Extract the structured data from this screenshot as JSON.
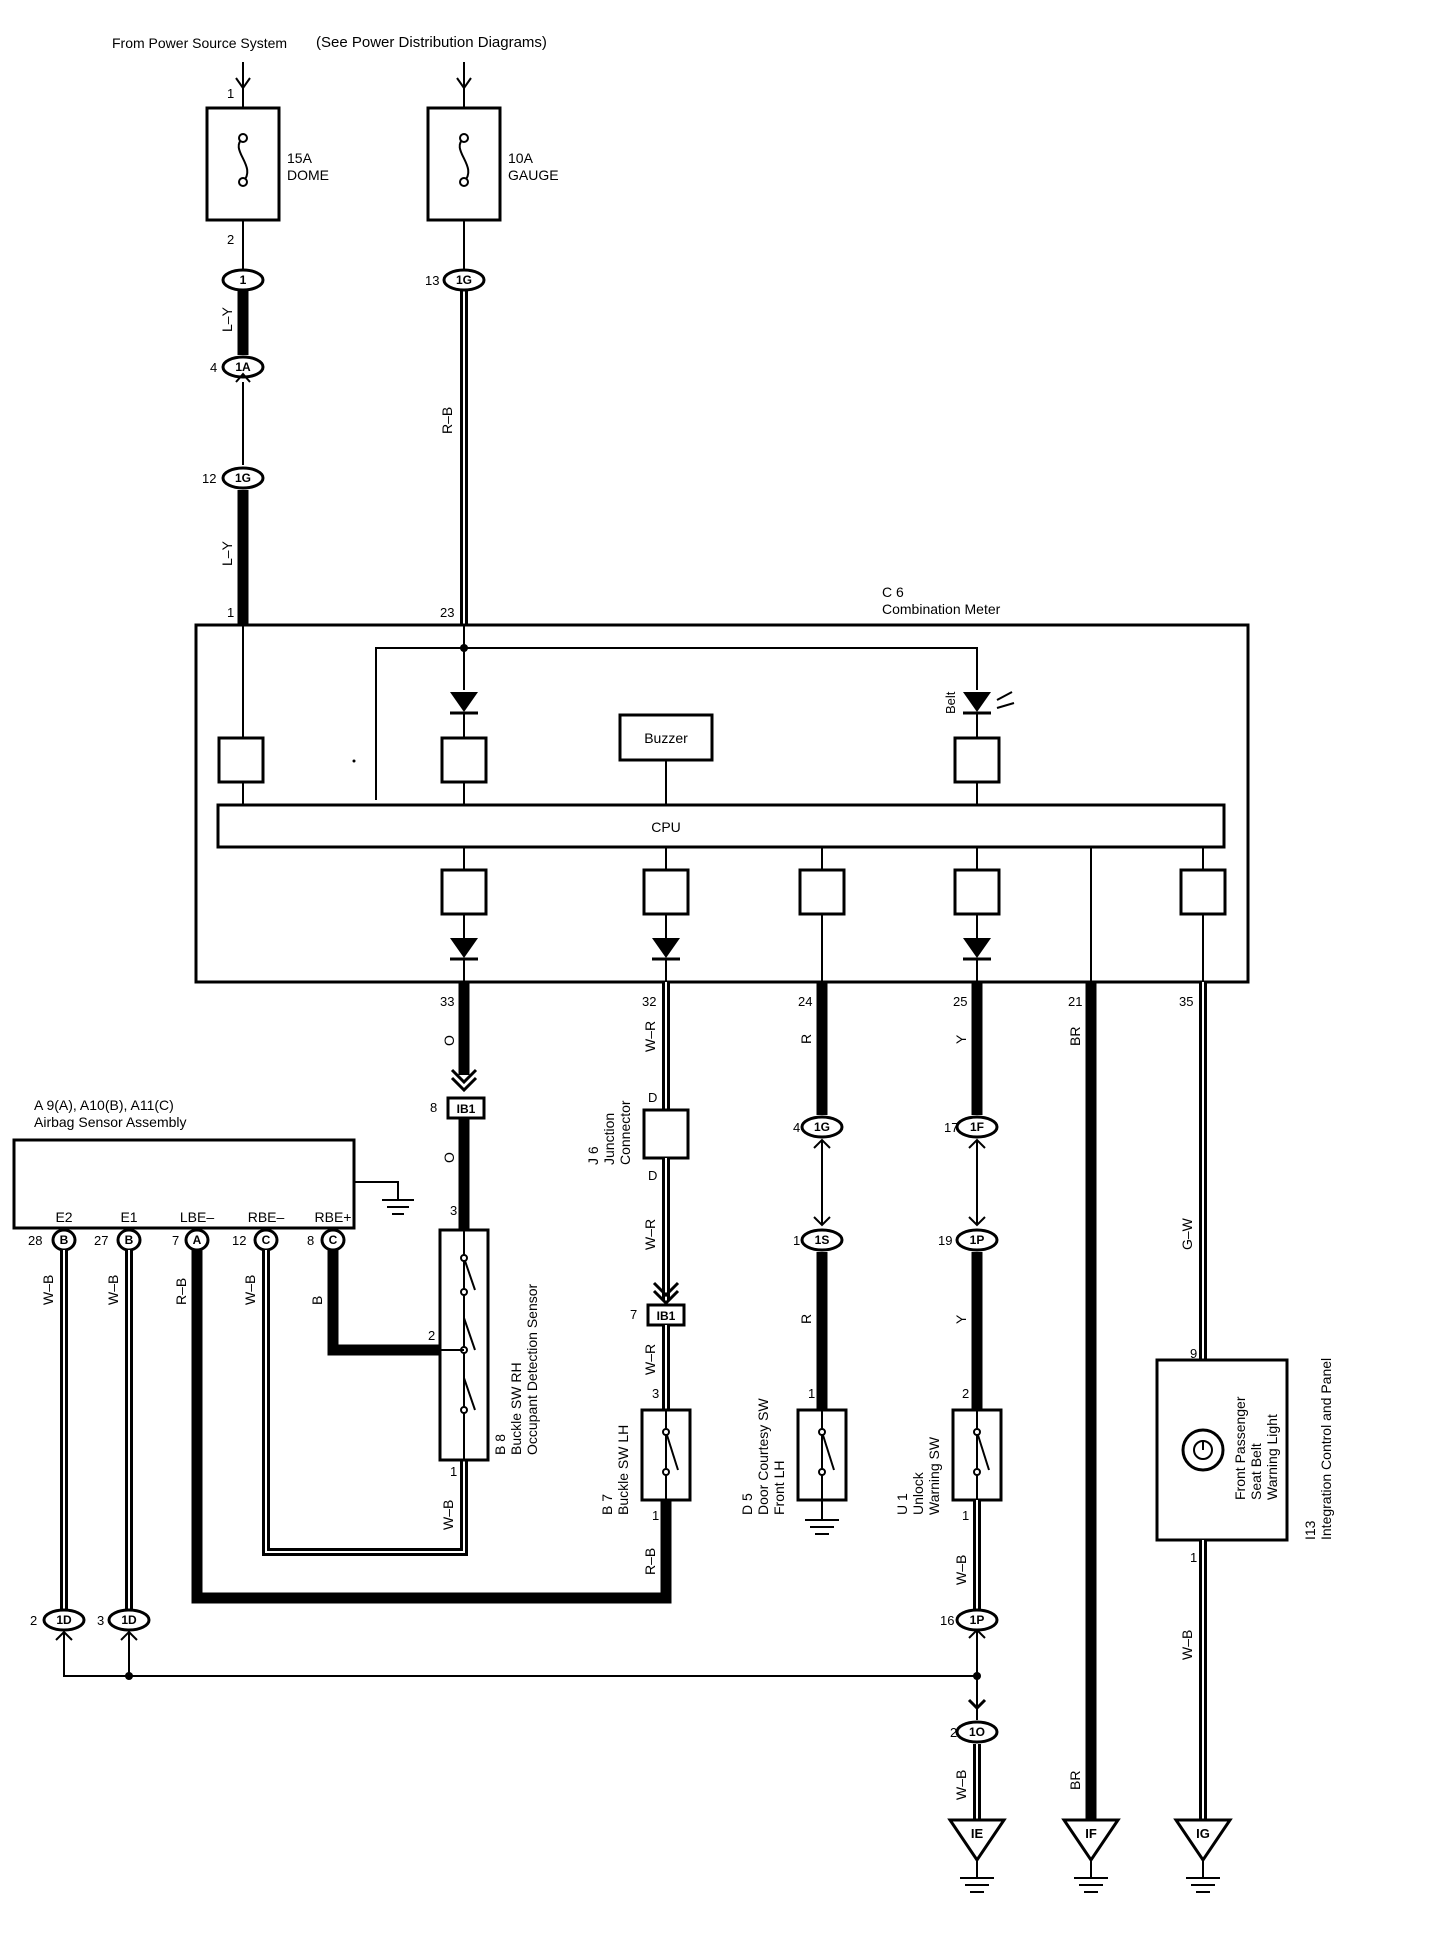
{
  "source": "From Power Source System",
  "source_note": "(See Power Distribution Diagrams)",
  "fuses": [
    {
      "rating": "15A",
      "name": "DOME"
    },
    {
      "rating": "10A",
      "name": "GAUGE"
    }
  ],
  "meter": {
    "id": "C 6",
    "name": "Combination Meter",
    "cpu": "CPU",
    "buzzer": "Buzzer",
    "belt": "Belt"
  },
  "airbag": {
    "id": "A 9(A), A10(B), A11(C)",
    "name": "Airbag Sensor Assembly",
    "terminals": [
      {
        "label": "E2",
        "pin": "28",
        "conn": "B"
      },
      {
        "label": "E1",
        "pin": "27",
        "conn": "B"
      },
      {
        "label": "LBE–",
        "pin": "7",
        "conn": "A"
      },
      {
        "label": "RBE–",
        "pin": "12",
        "conn": "C"
      },
      {
        "label": "RBE+",
        "pin": "8",
        "conn": "C"
      }
    ]
  },
  "connectors": {
    "c1": "1",
    "c1a": "1A",
    "c1g": "1G",
    "ib1": "IB1",
    "c1f": "1F",
    "c1s": "1S",
    "c1p": "1P",
    "c1d": "1D",
    "c1o": "1O",
    "ie": "IE",
    "if": "IF",
    "ig": "IG"
  },
  "pins": {
    "p1": "1",
    "p2": "2",
    "p3": "3",
    "p4": "4",
    "p7": "7",
    "p8": "8",
    "p9": "9",
    "p12": "12",
    "p13": "13",
    "p16": "16",
    "p17": "17",
    "p19": "19",
    "p21": "21",
    "p23": "23",
    "p24": "24",
    "p25": "25",
    "p32": "32",
    "p33": "33",
    "p35": "35"
  },
  "wires": {
    "ly": "L–Y",
    "rb": "R–B",
    "o": "O",
    "wr": "W–R",
    "r": "R",
    "y": "Y",
    "br": "BR",
    "gw": "G–W",
    "wb": "W–B",
    "b": "B"
  },
  "components": {
    "j6": {
      "id": "J 6",
      "name1": "Junction",
      "name2": "Connector",
      "term": "D"
    },
    "b8": {
      "id": "B 8",
      "name1": "Buckle SW RH",
      "name2": "Occupant Detection Sensor"
    },
    "b7": {
      "id": "B 7",
      "name1": "Buckle SW LH"
    },
    "d5": {
      "id": "D 5",
      "name1": "Door Courtesy SW",
      "name2": "Front LH"
    },
    "u1": {
      "id": "U 1",
      "name1": "Unlock",
      "name2": "Warning SW"
    },
    "i13": {
      "id": "I13",
      "name1": "Integration Control and Panel",
      "light1": "Front Passenger",
      "light2": "Seat Belt",
      "light3": "Warning Light"
    }
  }
}
